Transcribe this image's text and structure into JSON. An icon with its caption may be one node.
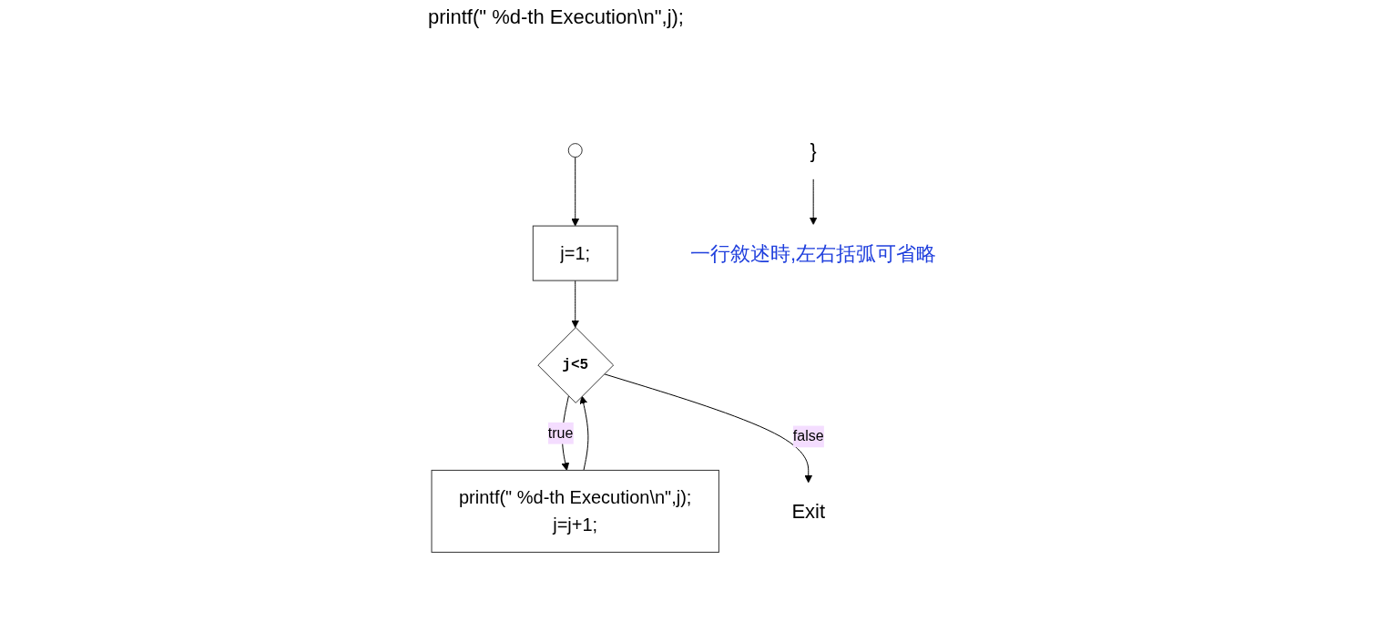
{
  "diagram": {
    "nodes": [
      {
        "text": [],
        "shape": "circle"
      },
      {
        "text": [
          "j=1;"
        ]
      },
      {
        "text": [
          "j<5"
        ]
      },
      {
        "text": [
          "printf(\" %d-th Execution\\n\",j);",
          "j=j+1;"
        ]
      },
      {
        "text": [
          "Exit"
        ]
      },
      {
        "text": [
          "}"
        ]
      },
      {
        "text": [
          "一行敘述時,左右括弧可省略"
        ]
      }
    ],
    "edges": [
      {
        "from": 0,
        "to": 1,
        "arrow": "to"
      },
      {
        "from": 1,
        "to": 2,
        "arrow": "to"
      },
      {
        "from": 2,
        "to": 3,
        "label": "true",
        "arrow": "to"
      },
      {
        "from": 3,
        "to": 2,
        "arrow": "to"
      },
      {
        "from": 2,
        "to": 4,
        "label": "false",
        "arrow": "to"
      },
      {
        "from": 5,
        "to": 6,
        "arrow": "to"
      }
    ],
    "labels": [
      "printf(\" %d-th Execution\\n\",j);"
    ]
  }
}
